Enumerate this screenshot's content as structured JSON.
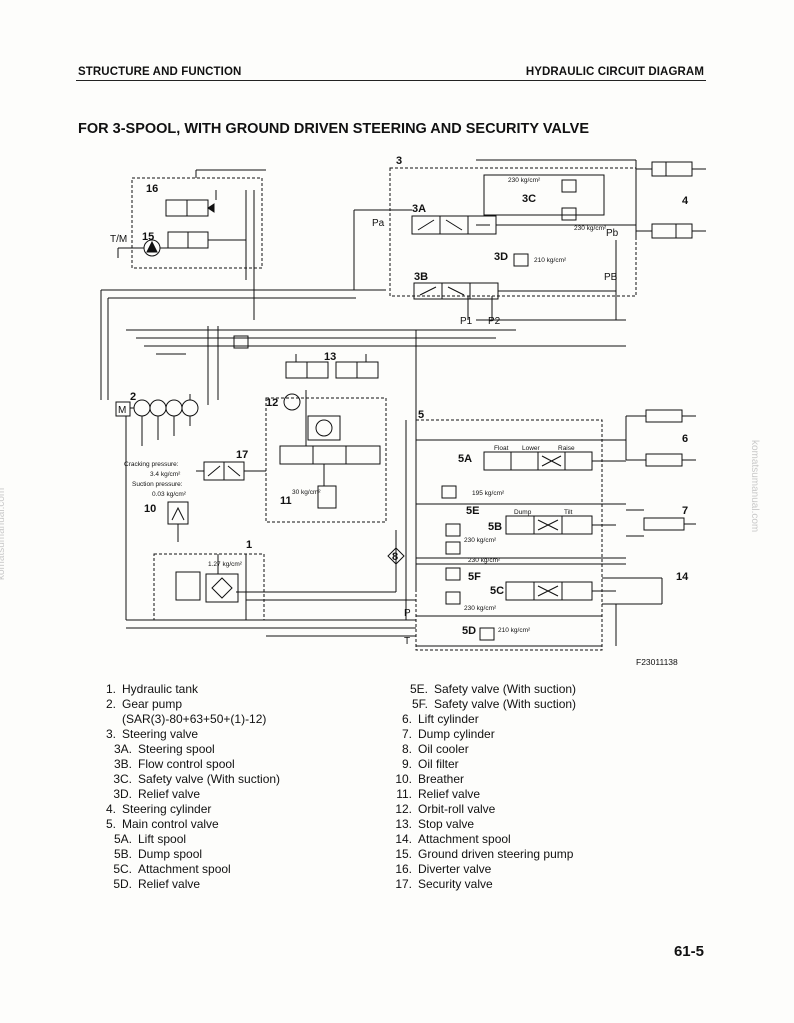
{
  "header": {
    "left": "STRUCTURE AND FUNCTION",
    "right": "HYDRAULIC CIRCUIT DIAGRAM"
  },
  "title": "FOR 3-SPOOL, WITH GROUND DRIVEN STEERING AND SECURITY VALVE",
  "figure_id": "F23011138",
  "diagram": {
    "callouts": [
      "1",
      "2",
      "3",
      "3A",
      "3B",
      "3C",
      "3D",
      "4",
      "5",
      "5A",
      "5B",
      "5C",
      "5D",
      "5E",
      "5F",
      "6",
      "7",
      "8",
      "10",
      "11",
      "12",
      "13",
      "14",
      "15",
      "16",
      "17"
    ],
    "ports": [
      "Pa",
      "Pb",
      "PB",
      "P1",
      "P2",
      "P",
      "T",
      "T/M",
      "M"
    ],
    "spool_labels": [
      "Float",
      "Lower",
      "Raise",
      "Dump",
      "Tilt"
    ],
    "pressures": [
      "230 kg/cm²",
      "230 kg/cm²",
      "210 kg/cm²",
      "195 kg/cm²",
      "230 kg/cm²",
      "230 kg/cm²",
      "230 kg/cm²",
      "210 kg/cm²",
      "1.27 kg/cm²",
      "30 kg/cm²"
    ],
    "security_notes": [
      "Cracking pressure:",
      "3.4 kg/cm²",
      "Suction pressure:",
      "0.03 kg/cm²"
    ]
  },
  "legend_left": [
    {
      "num": "1.",
      "text": "Hydraulic tank",
      "kind": "main"
    },
    {
      "num": "2.",
      "text": "Gear pump",
      "kind": "main"
    },
    {
      "num": "",
      "text": "(SAR(3)-80+63+50+(1)-12)",
      "kind": "cont"
    },
    {
      "num": "3.",
      "text": "Steering valve",
      "kind": "main"
    },
    {
      "num": "3A.",
      "text": "Steering spool",
      "kind": "sub"
    },
    {
      "num": "3B.",
      "text": "Flow control spool",
      "kind": "sub"
    },
    {
      "num": "3C.",
      "text": "Safety valve (With suction)",
      "kind": "sub"
    },
    {
      "num": "3D.",
      "text": "Relief valve",
      "kind": "sub"
    },
    {
      "num": "4.",
      "text": "Steering cylinder",
      "kind": "main"
    },
    {
      "num": "5.",
      "text": "Main control valve",
      "kind": "main"
    },
    {
      "num": "5A.",
      "text": "Lift spool",
      "kind": "sub"
    },
    {
      "num": "5B.",
      "text": "Dump spool",
      "kind": "sub"
    },
    {
      "num": "5C.",
      "text": "Attachment spool",
      "kind": "sub"
    },
    {
      "num": "5D.",
      "text": "Relief valve",
      "kind": "sub"
    }
  ],
  "legend_right": [
    {
      "num": "5E.",
      "text": "Safety valve (With suction)",
      "kind": "sub"
    },
    {
      "num": "5F.",
      "text": "Safety valve (With suction)",
      "kind": "sub"
    },
    {
      "num": "6.",
      "text": "Lift cylinder",
      "kind": "main"
    },
    {
      "num": "7.",
      "text": "Dump cylinder",
      "kind": "main"
    },
    {
      "num": "8.",
      "text": "Oil cooler",
      "kind": "main"
    },
    {
      "num": "9.",
      "text": "Oil filter",
      "kind": "main"
    },
    {
      "num": "10.",
      "text": "Breather",
      "kind": "main"
    },
    {
      "num": "11.",
      "text": "Relief valve",
      "kind": "main"
    },
    {
      "num": "12.",
      "text": "Orbit-roll valve",
      "kind": "main"
    },
    {
      "num": "13.",
      "text": "Stop valve",
      "kind": "main"
    },
    {
      "num": "14.",
      "text": "Attachment spool",
      "kind": "main"
    },
    {
      "num": "15.",
      "text": "Ground driven steering pump",
      "kind": "main"
    },
    {
      "num": "16.",
      "text": "Diverter valve",
      "kind": "main"
    },
    {
      "num": "17.",
      "text": "Security valve",
      "kind": "main"
    }
  ],
  "watermark": "komatsumanual.com",
  "page_number": "61-5"
}
